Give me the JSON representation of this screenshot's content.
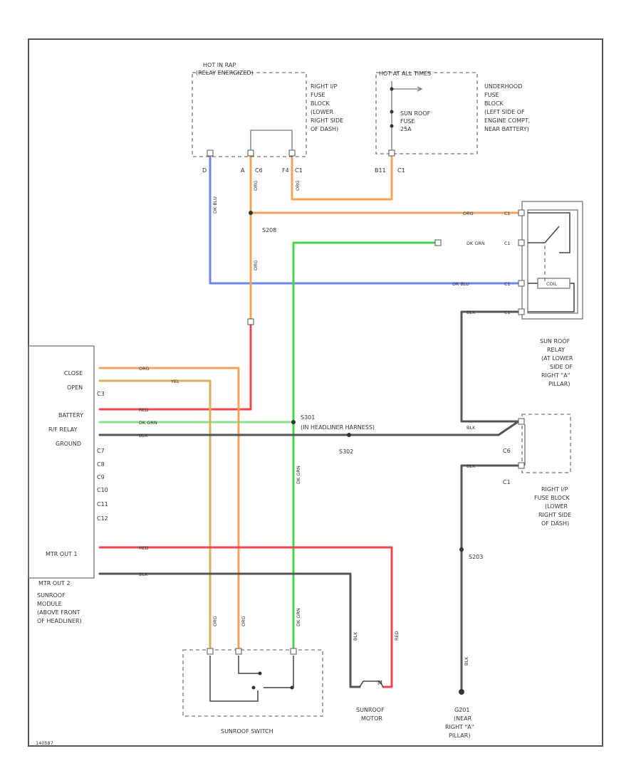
{
  "colors": {
    "orange": "#f5a35a",
    "tan": "#d9b15a",
    "red": "#f04650",
    "green": "#49d449",
    "lightgreen": "#8fe08f",
    "blue": "#6f86e8",
    "black": "#555555",
    "gray": "#888888"
  },
  "fuse_left": {
    "title": "HOT IN RAP",
    "title2": "(RELAY ENERGIZED)",
    "location": [
      "RIGHT I/P",
      "FUSE",
      "BLOCK",
      "(LOWER",
      "RIGHT SIDE",
      "OF DASH)"
    ],
    "cavities": [
      "D",
      "A",
      "C6",
      "F4",
      "C1"
    ]
  },
  "fuse_right": {
    "title": "HOT AT ALL TIMES",
    "fuse_label": [
      "SUN ROOF",
      "FUSE",
      "25A"
    ],
    "location": [
      "UNDERHOOD",
      "FUSE",
      "BLOCK",
      "(LEFT SIDE OF",
      "ENGINE COMPT,",
      "NEAR BATTERY)"
    ],
    "cavities": [
      "B11",
      "C1"
    ]
  },
  "splices": {
    "s208": "S208",
    "s301": "S301",
    "s301_note": "(IN HEADLINER HARNESS)",
    "s302": "S302",
    "s203": "S203"
  },
  "relay": {
    "label": [
      "SUN ROOF",
      "RELAY",
      "(AT LOWER",
      "SIDE OF",
      "RIGHT \"A\"",
      "PILLAR)"
    ],
    "coil": "COIL",
    "pins": [
      "C1",
      "C1",
      "C1",
      "C1"
    ]
  },
  "fuse_block_lower": {
    "label": [
      "RIGHT I/P",
      "FUSE BLOCK",
      "(LOWER",
      "RIGHT SIDE",
      "OF DASH)"
    ],
    "cavities": [
      "C6",
      "C1"
    ]
  },
  "module": {
    "pins": [
      "CLOSE",
      "OPEN",
      "C3",
      "BATTERY",
      "R/F RELAY",
      "GROUND",
      "C7",
      "C8",
      "C9",
      "C10",
      "C11",
      "C12",
      "MTR OUT 1",
      "MTR OUT 2"
    ],
    "label": [
      "SUNROOF",
      "MODULE",
      "(ABOVE FRONT",
      "OF HEADLINER)"
    ]
  },
  "switch": {
    "label": "SUNROOF SWITCH"
  },
  "motor": {
    "symbol": "M",
    "label": [
      "SUNROOF",
      "MOTOR"
    ]
  },
  "ground": {
    "label": [
      "G201",
      "(NEAR",
      "RIGHT \"A\"",
      "PILLAR)"
    ]
  },
  "wire_labels": {
    "dk_blu": "DK BLU",
    "org": "ORG",
    "org2": "ORG",
    "org_relay": "ORG",
    "dk_grn_relay": "DK GRN",
    "dk_blu_relay": "DK BLU",
    "blk_relay": "BLK",
    "blk_s302": "BLK",
    "blk_g": "BLK",
    "red_mod": "RED",
    "org_close": "ORG",
    "yel_open": "YEL",
    "dk_grn_batt": "DK GRN",
    "blk_gnd": "BLK",
    "red_mtr1": "RED",
    "blk_mtr2": "BLK",
    "org_sw": "ORG",
    "org_sw2": "ORG",
    "dk_grn_sw": "DK GRN",
    "dk_grn_vert": "DK GRN",
    "blk_motor": "BLK",
    "red_motor": "RED",
    "blk_ground": "BLK"
  },
  "page_code": "140587"
}
